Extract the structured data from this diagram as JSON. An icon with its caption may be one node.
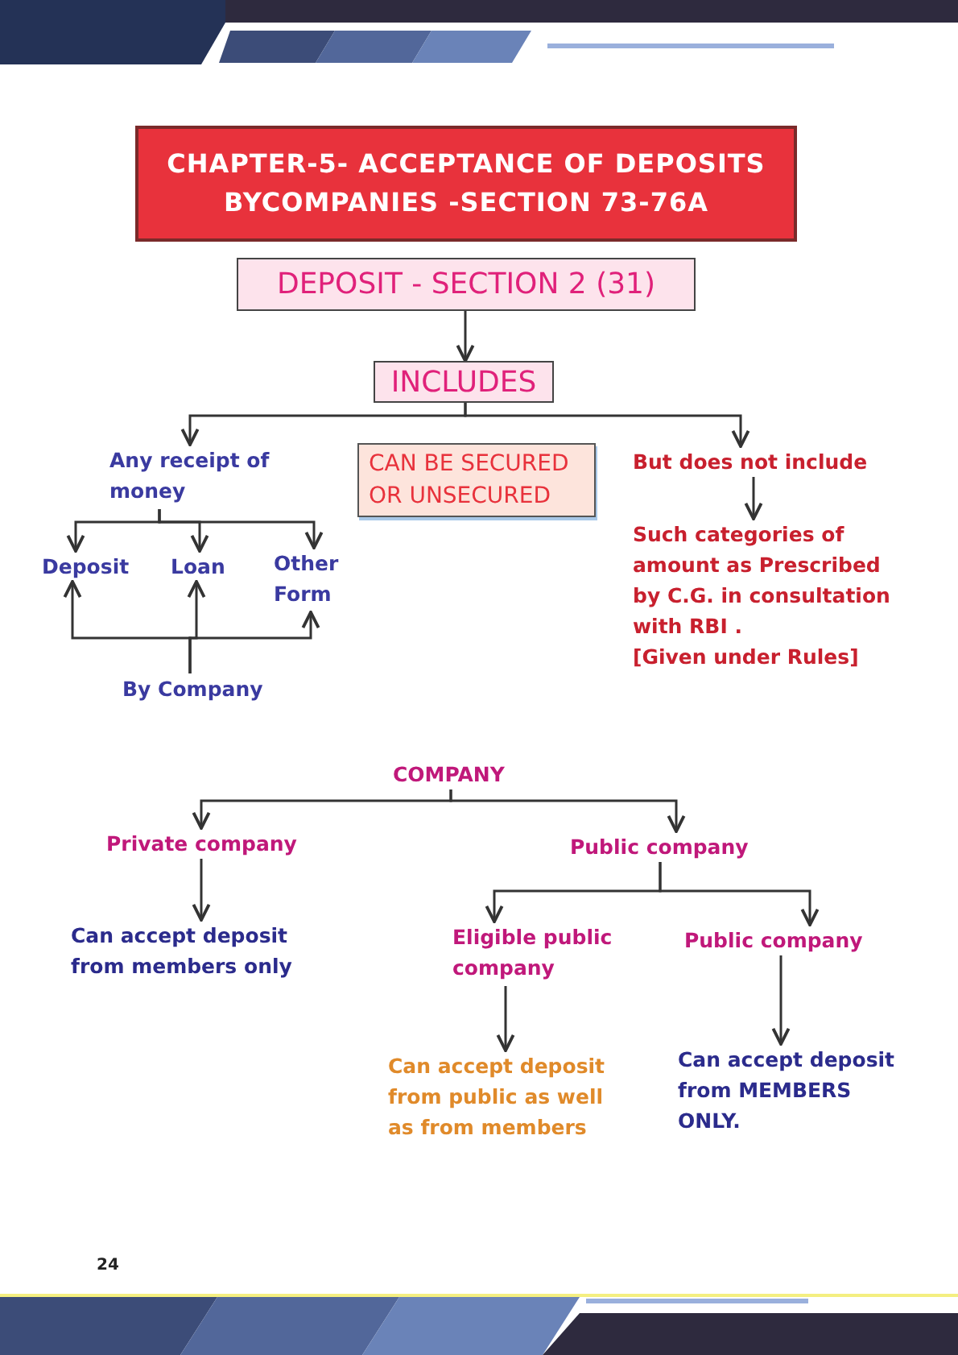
{
  "diagram": {
    "nodes": [
      {
        "text": [
          "CHAPTER-5- ACCEPTANCE OF DEPOSITS BYCOMPANIES -SECTION 73-76A"
        ]
      },
      {
        "text": [
          "DEPOSIT  - SECTION 2 (31)"
        ]
      },
      {
        "text": [
          "INCLUDES"
        ]
      },
      {
        "text": [
          "Any receipt of money"
        ]
      },
      {
        "text": [
          "CAN BE SECURED OR UNSECURED"
        ]
      },
      {
        "text": [
          "But does not include"
        ]
      },
      {
        "text": [
          "Deposit"
        ]
      },
      {
        "text": [
          "Loan"
        ]
      },
      {
        "text": [
          "Other Form"
        ]
      },
      {
        "text": [
          "By Company"
        ]
      },
      {
        "text": [
          "Such categories of amount as Prescribed by C.G. in consultation with RBI .",
          "[Given under Rules]"
        ]
      },
      {
        "text": [
          "COMPANY"
        ]
      },
      {
        "text": [
          "Private company"
        ]
      },
      {
        "text": [
          "Public company"
        ]
      },
      {
        "text": [
          "Can accept deposit from members only"
        ]
      },
      {
        "text": [
          "Eligible public company"
        ]
      },
      {
        "text": [
          "Public company"
        ]
      },
      {
        "text": [
          "Can accept deposit from public as well as from members"
        ]
      },
      {
        "text": [
          "Can accept deposit from **MEMBERS ONLY.**"
        ]
      }
    ],
    "edges": [
      {
        "from": 1,
        "to": 2,
        "arrow": "to"
      },
      {
        "from": 2,
        "to": 3,
        "arrow": "to"
      },
      {
        "from": 2,
        "to": 5,
        "arrow": "to"
      },
      {
        "from": 3,
        "to": 6,
        "arrow": "to"
      },
      {
        "from": 3,
        "to": 7,
        "arrow": "to"
      },
      {
        "from": 3,
        "to": 8,
        "arrow": "to"
      },
      {
        "from": 9,
        "to": 6,
        "arrow": "to"
      },
      {
        "from": 9,
        "to": 7,
        "arrow": "to"
      },
      {
        "from": 9,
        "to": 8,
        "arrow": "to"
      },
      {
        "from": 5,
        "to": 10,
        "arrow": "to"
      },
      {
        "from": 11,
        "to": 12,
        "arrow": "to"
      },
      {
        "from": 11,
        "to": 13,
        "arrow": "to"
      },
      {
        "from": 12,
        "to": 14,
        "arrow": "to"
      },
      {
        "from": 13,
        "to": 15,
        "arrow": "to"
      },
      {
        "from": 13,
        "to": 16,
        "arrow": "to"
      },
      {
        "from": 15,
        "to": 17,
        "arrow": "to"
      },
      {
        "from": 16,
        "to": 18,
        "arrow": "to"
      }
    ],
    "labels": [
      "24"
    ]
  }
}
